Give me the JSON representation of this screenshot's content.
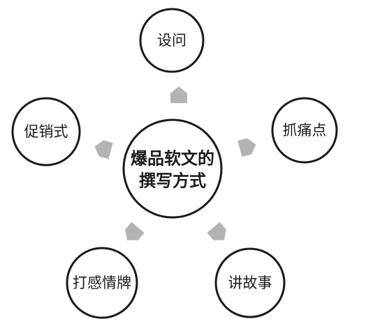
{
  "diagram": {
    "center": {
      "line1": "爆品软文的",
      "line2": "撰写方式"
    },
    "nodes": [
      {
        "id": "top",
        "label": "设问"
      },
      {
        "id": "right",
        "label": "抓痛点"
      },
      {
        "id": "bottom-right",
        "label": "讲故事"
      },
      {
        "id": "bottom-left",
        "label": "打感情牌"
      },
      {
        "id": "left",
        "label": "促销式"
      }
    ],
    "colors": {
      "stroke": "#1a1a1a",
      "arrow": "#b3b3b3",
      "background": "#ffffff"
    }
  }
}
